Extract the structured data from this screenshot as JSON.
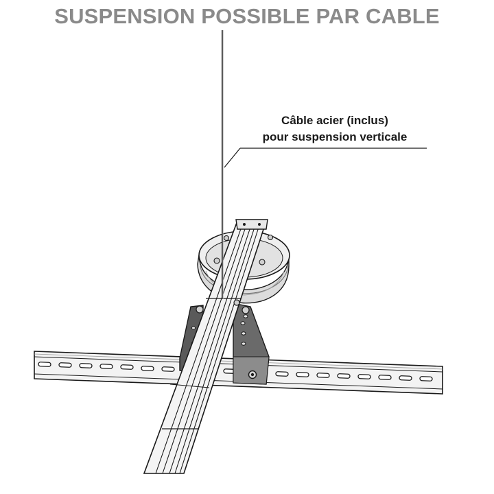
{
  "title": "SUSPENSION POSSIBLE PAR CABLE",
  "callout": {
    "line1": "Câble acier (inclus)",
    "line2": "pour suspension verticale"
  },
  "colors": {
    "title": "#8a8a8a",
    "ink": "#1a1a1a",
    "metal_light": "#f1f1f1",
    "metal_mid": "#c8c8c8",
    "metal_dark": "#4a4a4a"
  },
  "icons": [
    "steel-cable",
    "suspension-disc",
    "mounting-bracket",
    "slotted-rail",
    "bolt"
  ]
}
